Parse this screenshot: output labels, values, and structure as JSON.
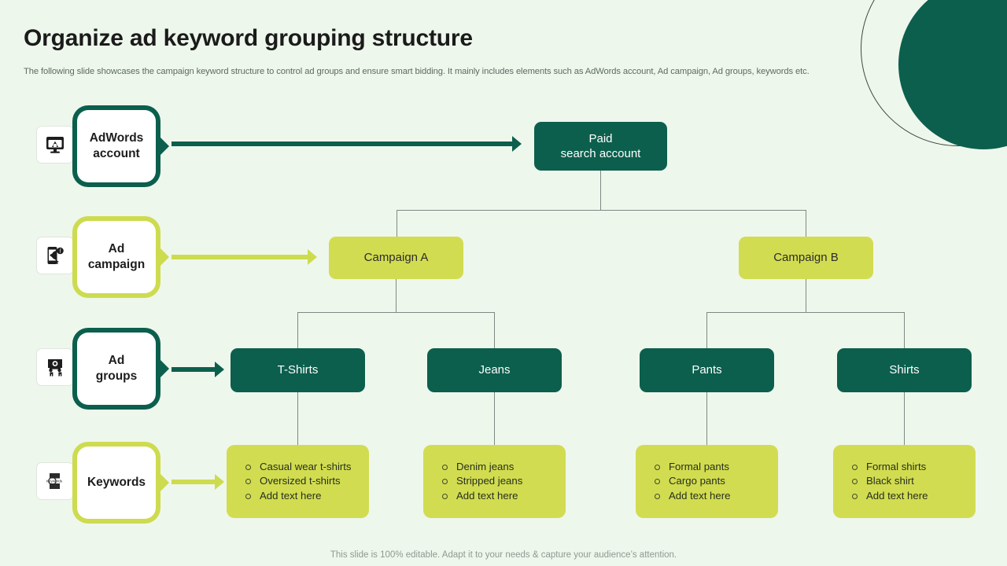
{
  "header": {
    "title": "Organize ad keyword grouping structure",
    "subtitle": "The following slide showcases the campaign keyword structure to control ad groups and ensure smart bidding. It mainly includes elements such as AdWords account, Ad campaign, Ad groups, keywords etc."
  },
  "colors": {
    "background": "#eef7ec",
    "dark_green": "#0c5f4d",
    "lime": "#d2dc50",
    "lime_soft": "#cddb4f",
    "connector": "#7d8a82",
    "title_text": "#1b1b1b",
    "subtitle_text": "#5d6b62"
  },
  "legend": [
    {
      "label": "AdWords\naccount",
      "icon": "adwords-monitor-icon",
      "style": "dark"
    },
    {
      "label": "Ad\ncampaign",
      "icon": "megaphone-phone-icon",
      "style": "lime"
    },
    {
      "label": "Ad\ngroups",
      "icon": "audience-group-icon",
      "style": "dark"
    },
    {
      "label": "Keywords",
      "icon": "keyword-search-icon",
      "style": "lime"
    }
  ],
  "tree": {
    "root": {
      "label": "Paid\nsearch account"
    },
    "campaigns": [
      {
        "label": "Campaign A"
      },
      {
        "label": "Campaign B"
      }
    ],
    "ad_groups": [
      {
        "label": "T-Shirts"
      },
      {
        "label": "Jeans"
      },
      {
        "label": "Pants"
      },
      {
        "label": "Shirts"
      }
    ],
    "keyword_groups": [
      {
        "items": [
          "Casual wear t-shirts",
          "Oversized t-shirts",
          "Add text here"
        ]
      },
      {
        "items": [
          "Denim jeans",
          "Stripped jeans",
          "Add text here"
        ]
      },
      {
        "items": [
          "Formal pants",
          "Cargo pants",
          "Add text here"
        ]
      },
      {
        "items": [
          "Formal shirts",
          "Black shirt",
          "Add text here"
        ]
      }
    ]
  },
  "footer": {
    "note": "This slide is 100% editable. Adapt it to your needs & capture your audience’s attention."
  }
}
